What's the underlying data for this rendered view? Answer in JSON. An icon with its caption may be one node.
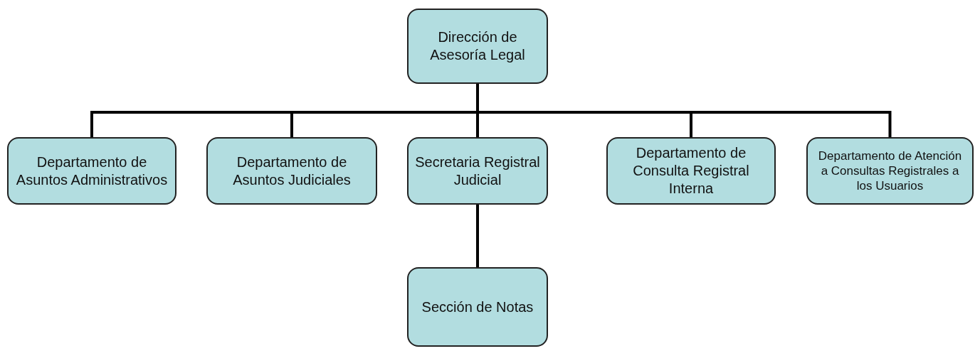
{
  "diagram": {
    "nodes": [
      {
        "text": [
          "Dirección de Asesoría Legal"
        ]
      },
      {
        "text": [
          "Departamento de Asuntos Administrativos"
        ]
      },
      {
        "text": [
          "Departamento de Asuntos Judiciales"
        ]
      },
      {
        "text": [
          "Secretaria Registral Judicial"
        ]
      },
      {
        "text": [
          "Departamento de Consulta Registral Interna"
        ]
      },
      {
        "text": [
          "Departamento de Atención a Consultas Registrales a los Usuarios"
        ]
      },
      {
        "text": [
          "Sección de Notas"
        ]
      }
    ],
    "edges": [
      {
        "from": 0,
        "to": 1,
        "arrow": "none"
      },
      {
        "from": 0,
        "to": 2,
        "arrow": "none"
      },
      {
        "from": 0,
        "to": 3,
        "arrow": "none"
      },
      {
        "from": 0,
        "to": 4,
        "arrow": "none"
      },
      {
        "from": 0,
        "to": 5,
        "arrow": "none"
      },
      {
        "from": 3,
        "to": 6,
        "arrow": "none"
      }
    ]
  }
}
